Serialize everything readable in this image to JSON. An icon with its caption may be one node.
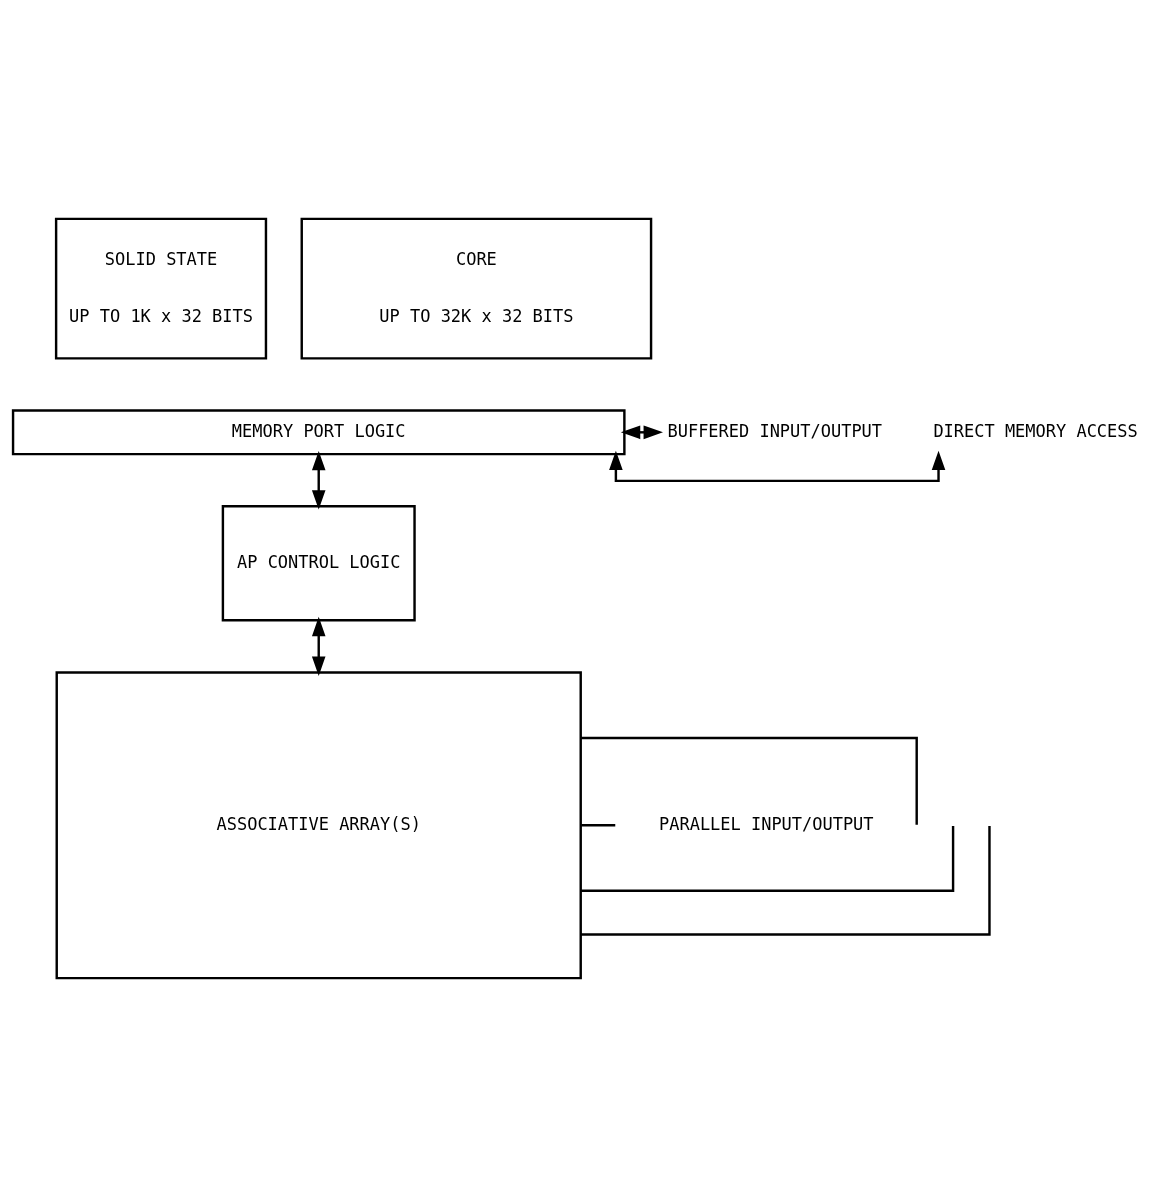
{
  "diagram": {
    "nodes": [
      {
        "text": [
          "SOLID STATE",
          "UP TO 1K x 32 BITS"
        ]
      },
      {
        "text": [
          "CORE",
          "UP TO 32K x 32 BITS"
        ]
      },
      {
        "text": [
          "MEMORY PORT LOGIC"
        ]
      },
      {
        "text": [
          "DIRECT MEMORY ACCESS"
        ]
      },
      {
        "text": [
          "BUFFERED INPUT/OUTPUT"
        ]
      },
      {
        "text": [
          "AP CONTROL LOGIC"
        ]
      },
      {
        "text": [
          "ASSOCIATIVE ARRAY(S)"
        ]
      }
    ],
    "edges": [
      {
        "from": 2,
        "to": 3,
        "arrow": "both"
      },
      {
        "from": 2,
        "to": 4,
        "arrow": "both"
      },
      {
        "from": 2,
        "to": 5,
        "arrow": "both"
      },
      {
        "from": 5,
        "to": 6,
        "arrow": "both"
      },
      {
        "from": 6,
        "to": null,
        "arrow": "none"
      },
      {
        "from": 6,
        "to": null,
        "arrow": "none"
      },
      {
        "from": 6,
        "to": null,
        "arrow": "none"
      },
      {
        "from": 6,
        "to": null,
        "arrow": "none"
      }
    ],
    "labels": [
      "PARALLEL INPUT/OUTPUT"
    ]
  }
}
